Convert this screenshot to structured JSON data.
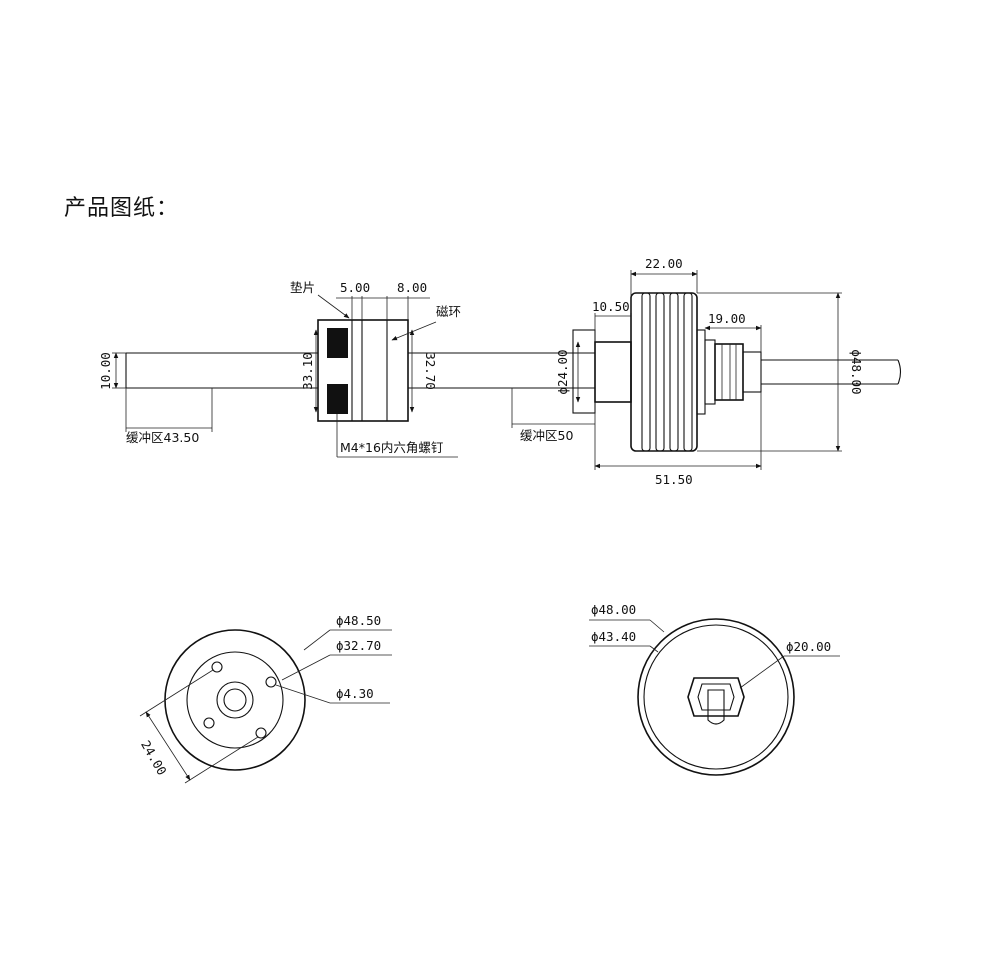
{
  "title": "产品图纸：",
  "side_view": {
    "dims": {
      "shaft_dia": "10.00",
      "washer_w": "5.00",
      "ring_w": "8.00",
      "dia_33": "33.10",
      "dia_32": "32.70",
      "buffer_left": "缓冲区43.50",
      "flange_w": "10.50",
      "dia_24": "ϕ24.00",
      "body_w": "22.00",
      "nut_w": "19.00",
      "dia_48": "ϕ48.00",
      "buffer_right": "缓冲区50",
      "total_w": "51.50"
    },
    "labels": {
      "washer": "垫片",
      "magnetic_ring": "磁环",
      "screw": "M4*16内六角螺钉"
    }
  },
  "front_left": {
    "dia_outer": "ϕ48.50",
    "dia_inner": "ϕ32.70",
    "hole": "ϕ4.30",
    "spacing": "24.00"
  },
  "front_right": {
    "dia_outer": "ϕ48.00",
    "dia_inner": "ϕ43.40",
    "dia_center": "ϕ20.00"
  }
}
